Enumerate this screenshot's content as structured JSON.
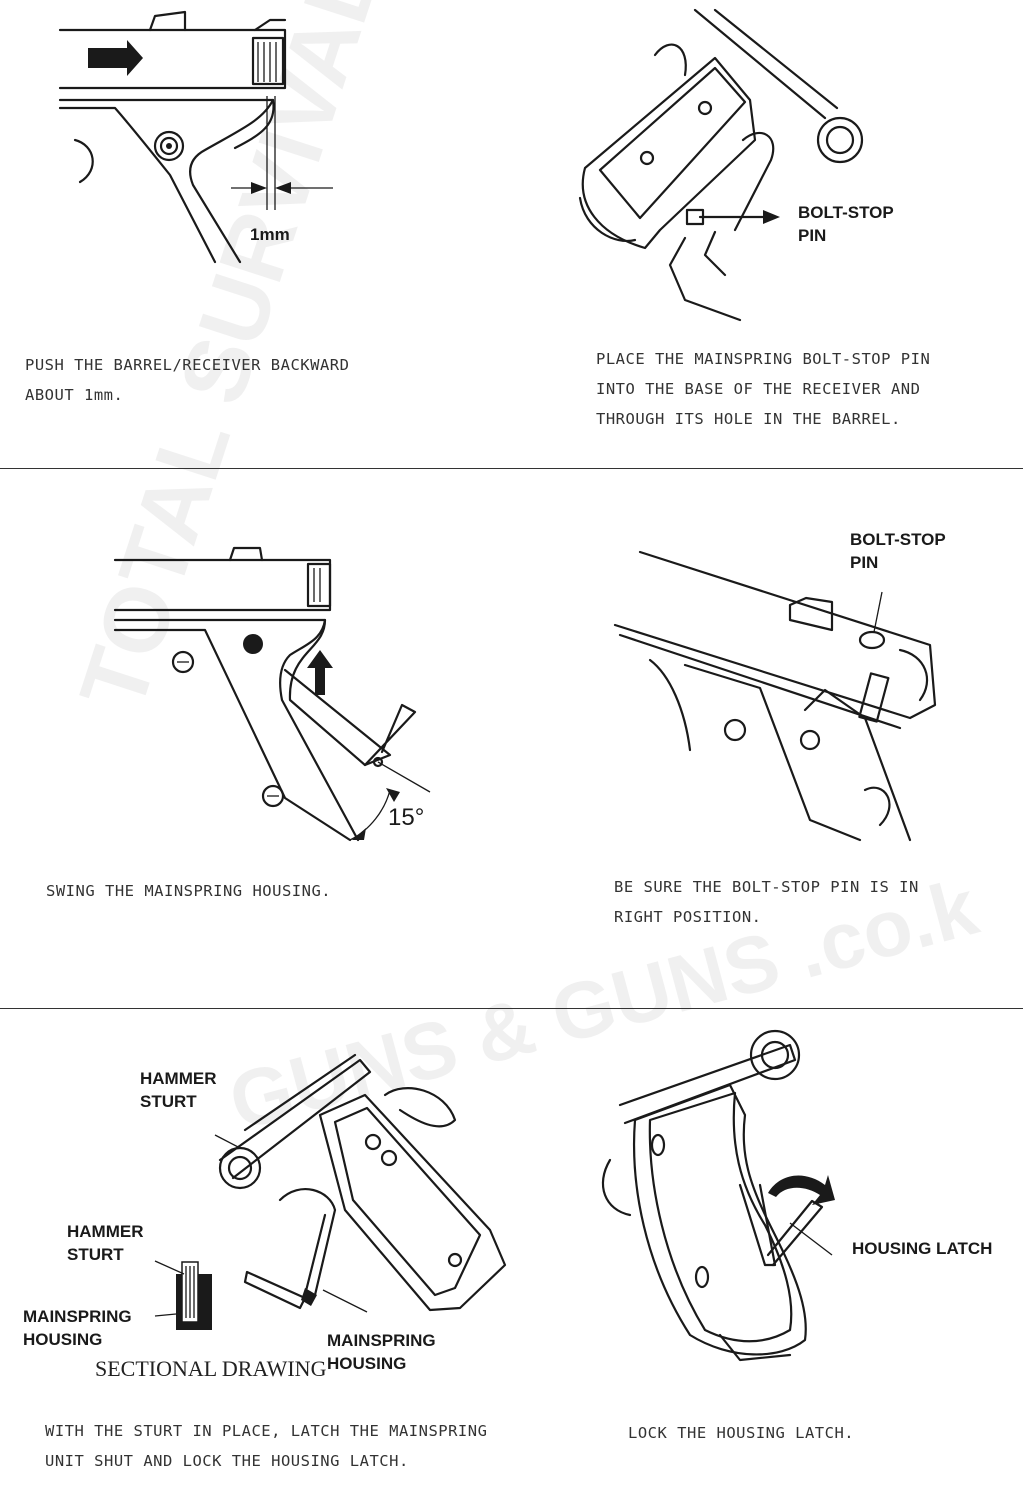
{
  "steps": [
    {
      "caption": "PUSH THE BARREL/RECEIVER BACKWARD\nABOUT 1mm.",
      "labels": {
        "measure": "1mm"
      }
    },
    {
      "caption": "PLACE THE MAINSPRING BOLT-STOP PIN\nINTO THE BASE OF THE RECEIVER AND\nTHROUGH ITS HOLE IN THE BARREL.",
      "labels": {
        "pin": "BOLT-STOP\nPIN"
      }
    },
    {
      "caption": "SWING THE MAINSPRING HOUSING.",
      "labels": {
        "angle": "15°"
      }
    },
    {
      "caption": "BE SURE THE BOLT-STOP PIN IS IN\nRIGHT POSITION.",
      "labels": {
        "pin": "BOLT-STOP\nPIN"
      }
    },
    {
      "caption": "WITH THE STURT IN PLACE, LATCH THE MAINSPRING\nUNIT SHUT AND LOCK THE HOUSING LATCH.",
      "labels": {
        "hammer_sturt_top": "HAMMER\nSTURT",
        "hammer_sturt_left": "HAMMER\nSTURT",
        "mainspring_housing_left": "MAINSPRING\nHOUSING",
        "mainspring_housing_right": "MAINSPRING\nHOUSING",
        "sectional": "SECTIONAL DRAWING"
      }
    },
    {
      "caption": "LOCK THE HOUSING LATCH.",
      "labels": {
        "latch": "HOUSING LATCH"
      }
    }
  ],
  "watermark": {
    "line1": "TOTAL SURVIVAL",
    "line2": "GUNS & GUNS .co.k"
  }
}
